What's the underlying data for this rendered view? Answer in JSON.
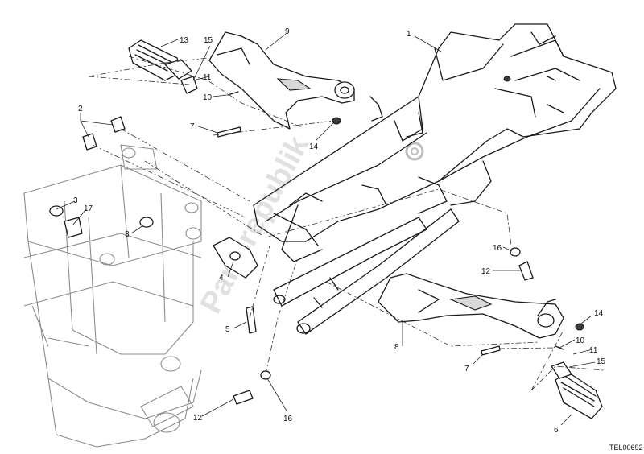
{
  "watermark": "Partsrepublik",
  "drawing_code": "TEL00692",
  "callouts": {
    "c1": "1",
    "c2": "2",
    "c3a": "3",
    "c3b": "3",
    "c4": "4",
    "c5": "5",
    "c6": "6",
    "c7a": "7",
    "c7b": "7",
    "c8": "8",
    "c9": "9",
    "c10a": "10",
    "c10b": "10",
    "c11a": "11",
    "c11b": "11",
    "c12a": "12",
    "c12b": "12",
    "c13": "13",
    "c14a": "14",
    "c14b": "14",
    "c15a": "15",
    "c15b": "15",
    "c16a": "16",
    "c16b": "16",
    "c17": "17"
  }
}
